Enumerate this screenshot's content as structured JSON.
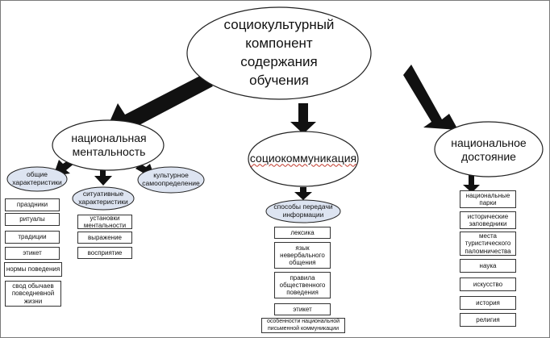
{
  "colors": {
    "ellipse_fill_light": "#dde4f1",
    "ellipse_fill_white": "#ffffff",
    "stroke": "#222222",
    "arrow": "#111111"
  },
  "center": {
    "title": "социокультурный компонент содержания обучения"
  },
  "branches": {
    "mentality": {
      "title": "национальная ментальность",
      "groups": {
        "general": {
          "title": "общие характеристики",
          "items": [
            "праздники",
            "ритуалы",
            "традиции",
            "этикет",
            "нормы поведения",
            "свод обычаев повседневной жизни"
          ]
        },
        "situational": {
          "title": "ситуативные характеристики",
          "items": [
            "установки ментальности",
            "выражение",
            "восприятие"
          ]
        },
        "cultural": {
          "title": "культурное самоопределение"
        }
      }
    },
    "communication": {
      "title": "социокоммуникация",
      "group": {
        "title": "способы передачи информации",
        "items": [
          "лексика",
          "язык невербального общения",
          "правила общественного поведения",
          "этикет",
          "особенности национальной письменной коммуникации"
        ]
      }
    },
    "heritage": {
      "title": "национальное достояние",
      "items": [
        "национальные парки",
        "исторические заповедники",
        "места туристического паломничества",
        "наука",
        "искусство",
        "история",
        "религия"
      ]
    }
  }
}
